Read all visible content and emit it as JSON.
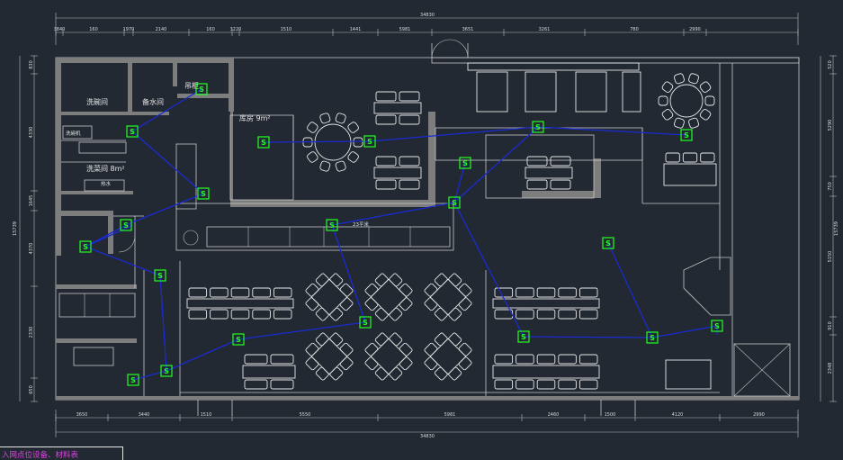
{
  "colors": {
    "background": "#222932",
    "wall": "#7d7d7d",
    "network_line": "#1a2bd1",
    "access_point": "#22ff22",
    "note_text": "#e040e0"
  },
  "icons": {
    "access_point_symbol": "S"
  },
  "dimensions": {
    "overall_top": "34830",
    "overall_bottom": "34830",
    "top_segments": [
      "3840",
      "160",
      "1970",
      "2140",
      "160",
      "3220",
      "1510",
      "1441",
      "5981",
      "3651",
      "3261",
      "780",
      "2990"
    ],
    "bottom_segments": [
      "3650",
      "3440",
      "1510",
      "5550",
      "5981",
      "2460",
      "1500",
      "4120",
      "2990"
    ],
    "left_total": "15739",
    "left_segments": [
      "830",
      "4330",
      "1645",
      "4370",
      "2330",
      "650"
    ],
    "right_total": "15739",
    "right_segments": [
      "520",
      "5290",
      "750",
      "5150",
      "910",
      "2348"
    ]
  },
  "labels": {
    "washroom": "洗碗间",
    "water_room": "备水间",
    "dish_room": "洗菜间 8m²",
    "storage": "库房 9m²",
    "spare": "吊柜",
    "hot_water": "热水",
    "area_tag": "23平米",
    "washing": "洗碗机"
  },
  "note": {
    "text": "入网点位设备、材料表"
  }
}
